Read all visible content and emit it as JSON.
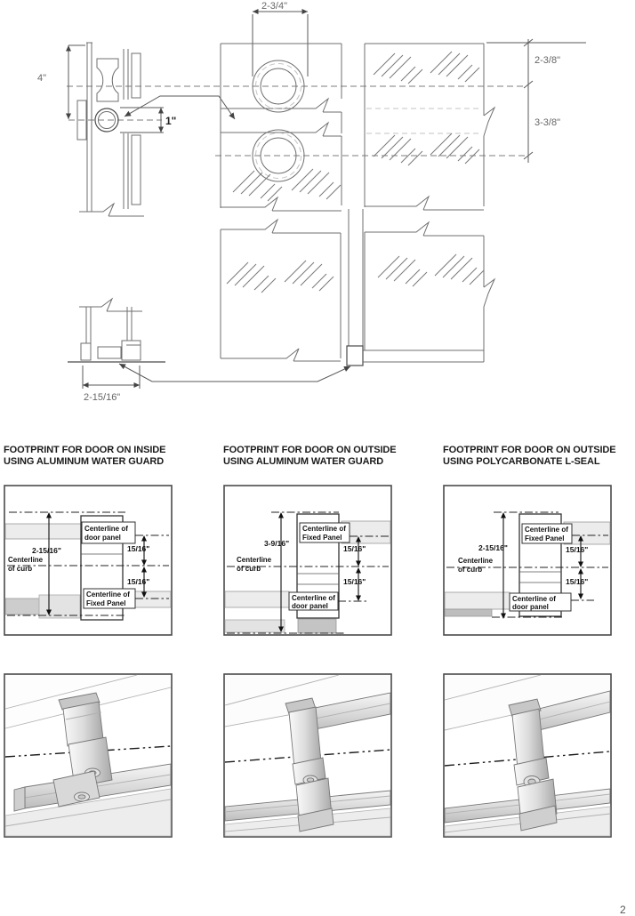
{
  "drawing": {
    "dim_roller_spacing": "2-3/4\"",
    "dim_track_height": "4\"",
    "dim_roller_size": "1\"",
    "dim_top_to_centerline": "2-3/8\"",
    "dim_centerline_to_centerline": "3-3/8\"",
    "dim_sill_width": "2-15/16\""
  },
  "sections": [
    {
      "title_line1": "FOOTPRINT FOR DOOR ON INSIDE",
      "title_line2": "USING ALUMINUM WATER GUARD",
      "footprint": {
        "dim_main": "2-15/16\"",
        "dim_upper": "15/16\"",
        "dim_lower": "15/16\"",
        "label_top": [
          "Centerline of",
          "door panel"
        ],
        "label_curb": [
          "Centerline",
          "of curb"
        ],
        "label_bottom": [
          "Centerline of",
          "Fixed Panel"
        ]
      }
    },
    {
      "title_line1": "FOOTPRINT FOR DOOR ON OUTSIDE",
      "title_line2": "USING ALUMINUM WATER GUARD",
      "footprint": {
        "dim_main": "3-9/16\"",
        "dim_upper": "15/16\"",
        "dim_lower": "15/16\"",
        "label_top": [
          "Centerline of",
          "Fixed Panel"
        ],
        "label_curb": [
          "Centerline",
          "of curb"
        ],
        "label_bottom": [
          "Centerline of",
          "door panel"
        ]
      }
    },
    {
      "title_line1": "FOOTPRINT FOR DOOR ON OUTSIDE",
      "title_line2": "USING POLYCARBONATE L-SEAL",
      "footprint": {
        "dim_main": "2-15/16\"",
        "dim_upper": "15/16\"",
        "dim_lower": "15/16\"",
        "label_top": [
          "Centerline of",
          "Fixed Panel"
        ],
        "label_curb": [
          "Centerline",
          "of curb"
        ],
        "label_bottom": [
          "Centerline of",
          "door panel"
        ]
      }
    }
  ],
  "page": {
    "number": "2"
  }
}
